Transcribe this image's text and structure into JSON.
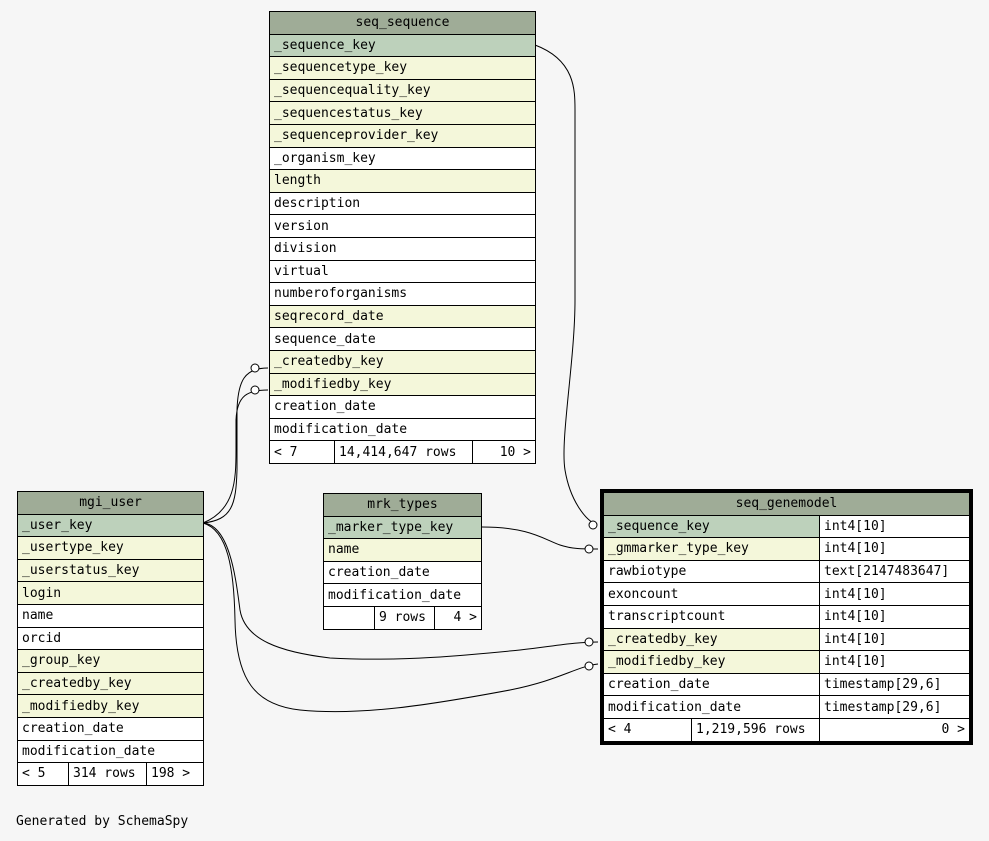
{
  "seq_sequence": {
    "name": "seq_sequence",
    "columns": [
      "_sequence_key",
      "_sequencetype_key",
      "_sequencequality_key",
      "_sequencestatus_key",
      "_sequenceprovider_key",
      "_organism_key",
      "length",
      "description",
      "version",
      "division",
      "virtual",
      "numberoforganisms",
      "seqrecord_date",
      "sequence_date",
      "_createdby_key",
      "_modifiedby_key",
      "creation_date",
      "modification_date"
    ],
    "footer": {
      "parents": "< 7",
      "rows": "14,414,647 rows",
      "children": "10 >"
    }
  },
  "mgi_user": {
    "name": "mgi_user",
    "columns": [
      "_user_key",
      "_usertype_key",
      "_userstatus_key",
      "login",
      "name",
      "orcid",
      "_group_key",
      "_createdby_key",
      "_modifiedby_key",
      "creation_date",
      "modification_date"
    ],
    "footer": {
      "parents": "< 5",
      "rows": "314 rows",
      "children": "198 >"
    }
  },
  "mrk_types": {
    "name": "mrk_types",
    "columns": [
      "_marker_type_key",
      "name",
      "creation_date",
      "modification_date"
    ],
    "footer": {
      "parents": "",
      "rows": "9 rows",
      "children": "4 >"
    }
  },
  "seq_genemodel": {
    "name": "seq_genemodel",
    "columns": [
      {
        "name": "_sequence_key",
        "type": "int4[10]"
      },
      {
        "name": "_gmmarker_type_key",
        "type": "int4[10]"
      },
      {
        "name": "rawbiotype",
        "type": "text[2147483647]"
      },
      {
        "name": "exoncount",
        "type": "int4[10]"
      },
      {
        "name": "transcriptcount",
        "type": "int4[10]"
      },
      {
        "name": "_createdby_key",
        "type": "int4[10]"
      },
      {
        "name": "_modifiedby_key",
        "type": "int4[10]"
      },
      {
        "name": "creation_date",
        "type": "timestamp[29,6]"
      },
      {
        "name": "modification_date",
        "type": "timestamp[29,6]"
      }
    ],
    "footer": {
      "parents": "< 4",
      "rows": "1,219,596 rows",
      "children": "0 >"
    }
  },
  "credit": "Generated by SchemaSpy",
  "colors": {
    "header": "#9fac97",
    "primary_key": "#bdd1bb",
    "foreign_key": "#f4f7da",
    "background": "#f6f6f6"
  }
}
